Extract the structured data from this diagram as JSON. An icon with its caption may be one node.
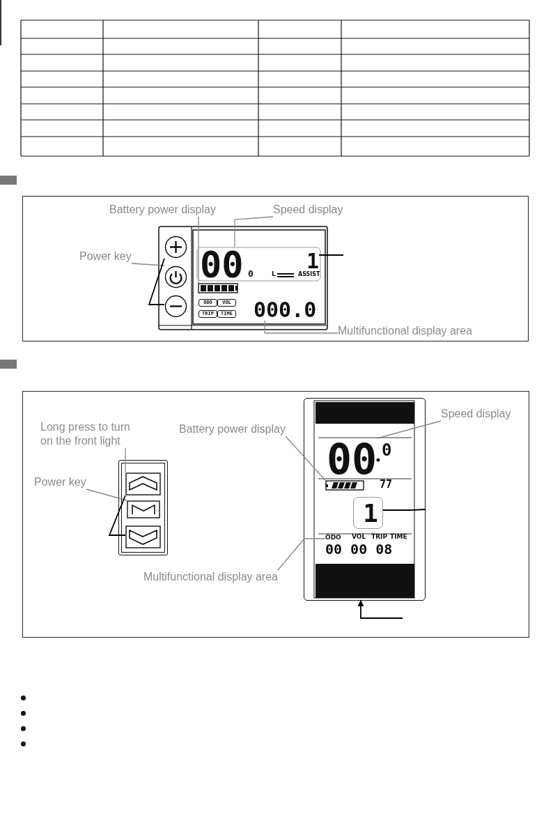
{
  "diagram": {
    "nodes": [
      {
        "text": [
          "Battery power display"
        ]
      },
      {
        "text": [
          "Speed display"
        ]
      },
      {
        "text": [
          "Power key"
        ]
      },
      {
        "text": [
          "Multifunctional display area"
        ]
      },
      {
        "text": [],
        "shape": "box"
      },
      {
        "text": [
          "00"
        ]
      },
      {
        "text": [],
        "shape": "circle"
      },
      {
        "text": [],
        "shape": "circle"
      },
      {
        "text": [],
        "shape": "circle"
      },
      {
        "text": [
          "1"
        ]
      },
      {
        "text": [
          "000.0"
        ]
      },
      {
        "text": [
          "Long press to turn on the front light"
        ]
      },
      {
        "text": [
          "Power key"
        ]
      },
      {
        "text": [
          "Battery power display"
        ]
      },
      {
        "text": [
          "Speed display"
        ]
      },
      {
        "text": [
          "Multifunctional display area"
        ]
      },
      {
        "text": [],
        "shape": "box"
      },
      {
        "text": [],
        "shape": "box"
      },
      {
        "text": [],
        "shape": "box"
      },
      {
        "text": [],
        "shape": "box"
      },
      {
        "text": [],
        "shape": "box",
        "in": 19
      },
      {
        "text": [
          "00"
        ],
        "in": 19
      },
      {
        "text": [
          "1"
        ],
        "in": 19
      },
      {
        "text": [
          "ODO"
        ],
        "in": 19
      }
    ],
    "edges": [
      {
        "from": 0,
        "to": 4,
        "arrow": "none"
      },
      {
        "from": 1,
        "to": 5,
        "arrow": "none"
      },
      {
        "from": 2,
        "to": 7,
        "arrow": "none"
      },
      {
        "from": 6,
        "to": 8,
        "arrow": "none",
        "color": "#000000"
      },
      {
        "from": null,
        "to": 9,
        "arrow": "none",
        "color": "#000000"
      },
      {
        "from": 3,
        "to": 10,
        "arrow": "none"
      },
      {
        "from": 11,
        "to": 16,
        "arrow": "none"
      },
      {
        "from": 12,
        "to": 17,
        "arrow": "none"
      },
      {
        "from": 16,
        "to": 18,
        "arrow": "none",
        "color": "#000000"
      },
      {
        "from": 13,
        "to": 20,
        "arrow": "none"
      },
      {
        "from": 14,
        "to": 21,
        "arrow": "none"
      },
      {
        "from": null,
        "to": 22,
        "arrow": "none",
        "color": "#000000"
      },
      {
        "from": 15,
        "to": 23,
        "arrow": "none"
      },
      {
        "from": null,
        "to": 19,
        "arrow": "to",
        "color": "#000000"
      }
    ],
    "labels": [
      "0",
      "L",
      "ASSIST",
      "ODO",
      "VOL",
      "TRIP",
      "TIME",
      "0",
      "77",
      "VOL",
      "TRIP",
      "TIME",
      "00 00 08"
    ]
  }
}
